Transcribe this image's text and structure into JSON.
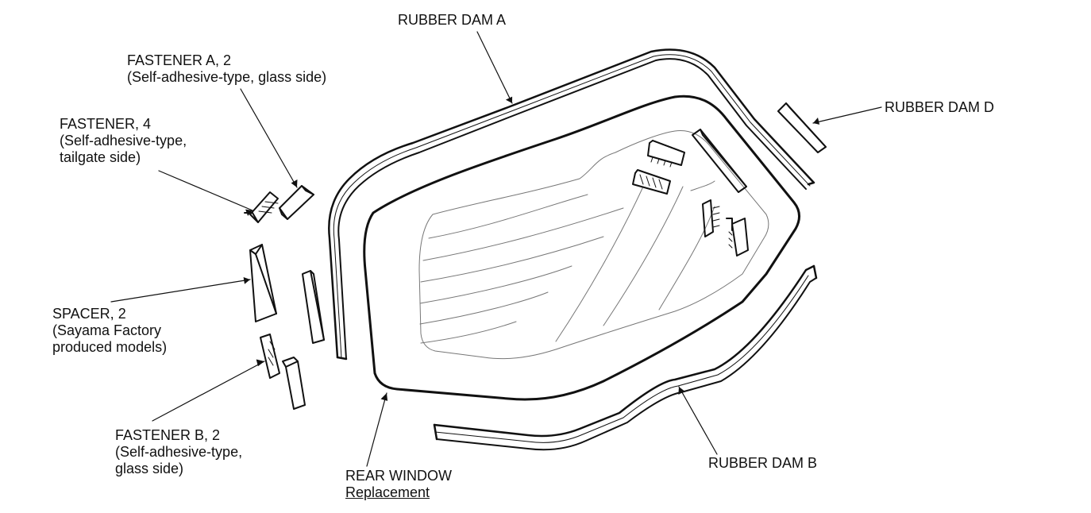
{
  "labels": {
    "rubber_dam_a": "RUBBER DAM A",
    "rubber_dam_b": "RUBBER DAM B",
    "rubber_dam_d": "RUBBER DAM D",
    "fastener_a": {
      "line1": "FASTENER A, 2",
      "line2": "(Self-adhesive-type, glass side)"
    },
    "fastener": {
      "line1": "FASTENER, 4",
      "line2": "(Self-adhesive-type,",
      "line3": "tailgate side)"
    },
    "spacer": {
      "line1": "SPACER, 2",
      "line2": "(Sayama Factory",
      "line3": "produced models)"
    },
    "fastener_b": {
      "line1": "FASTENER B, 2",
      "line2": "(Self-adhesive-type,",
      "line3": "glass side)"
    },
    "rear_window": {
      "title": "REAR WINDOW",
      "link": "Replacement"
    }
  },
  "colors": {
    "line": "#111111",
    "glass_line": "#777777"
  }
}
